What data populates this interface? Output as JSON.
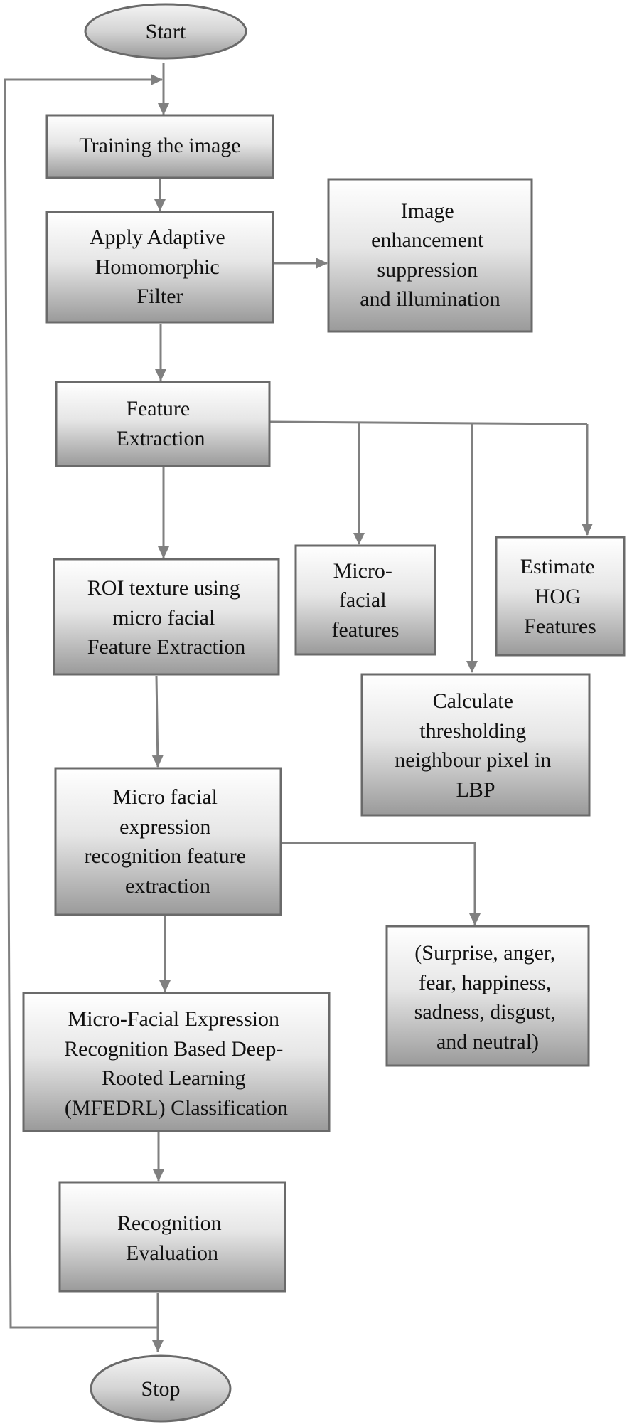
{
  "flowchart": {
    "start": "Start",
    "stop": "Stop",
    "nodes": {
      "training": [
        "Training the image"
      ],
      "adaptive_filter": [
        "Apply Adaptive",
        "Homomorphic",
        "Filter"
      ],
      "image_enhancement": [
        "Image",
        "enhancement",
        "suppression",
        "and illumination"
      ],
      "feature_extraction": [
        "Feature",
        "Extraction"
      ],
      "roi_texture": [
        "ROI texture using",
        "micro facial",
        "Feature Extraction"
      ],
      "micro_facial_features": [
        "Micro-",
        "facial",
        "features"
      ],
      "hog_features": [
        "Estimate",
        "HOG",
        "Features"
      ],
      "lbp": [
        "Calculate",
        "thresholding",
        "neighbour pixel in",
        "LBP"
      ],
      "mfer_feature_extraction": [
        "Micro facial",
        "expression",
        "recognition feature",
        "extraction"
      ],
      "emotions": [
        "(Surprise, anger,",
        "fear, happiness,",
        "sadness, disgust,",
        "and neutral)"
      ],
      "mfedrl": [
        "Micro-Facial Expression",
        "Recognition Based Deep-",
        "Rooted Learning",
        "(MFEDRL) Classification"
      ],
      "evaluation": [
        "Recognition",
        "Evaluation"
      ]
    }
  }
}
